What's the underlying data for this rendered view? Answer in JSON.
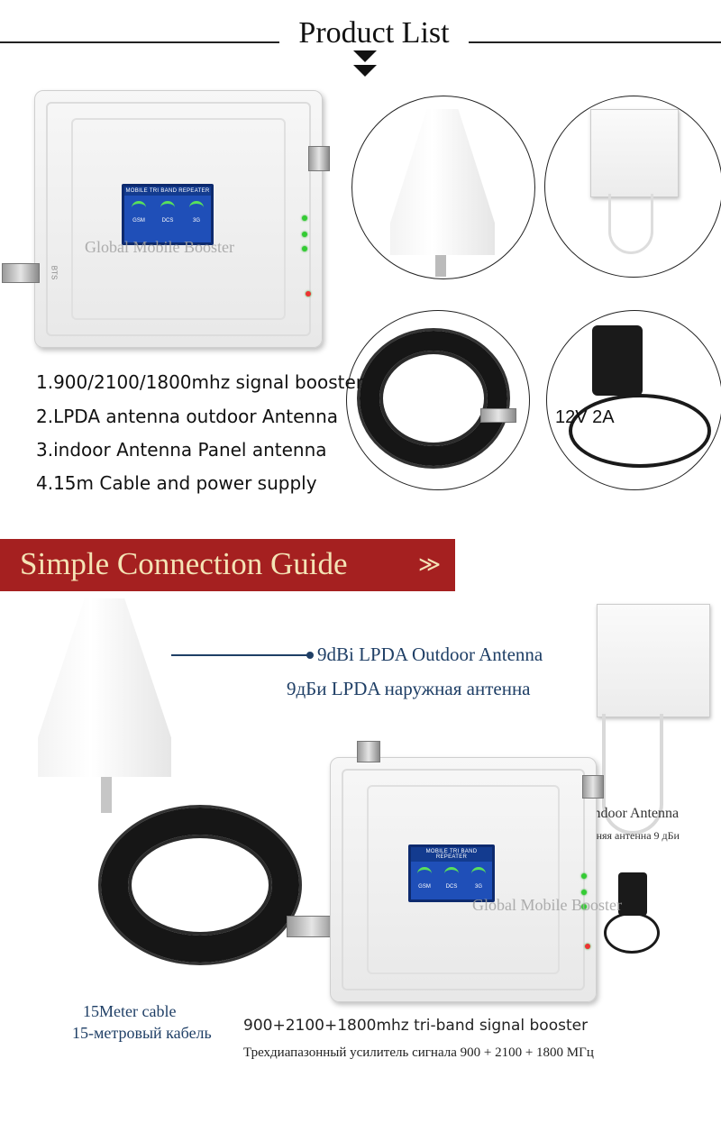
{
  "header": {
    "title": "Product List"
  },
  "product_list": {
    "items": [
      "1.900/2100/1800mhz signal booster",
      "2.LPDA antenna outdoor Antenna",
      "3.indoor Antenna Panel antenna",
      "4.15m Cable and power supply"
    ],
    "power_label": "12V 2A"
  },
  "device": {
    "screen_title": "MOBILE TRI BAND REPEATER",
    "bands": [
      "GSM",
      "DCS",
      "3G"
    ],
    "port_label": "BTS",
    "watermark": "Global Mobile Booster"
  },
  "guide": {
    "banner_title": "Simple Connection Guide",
    "banner_arrow": "≫",
    "outdoor_en": "9dBi  LPDA Outdoor Antenna",
    "outdoor_ru": "9дБи LPDA наружная антенна",
    "indoor_en": "9dBi Indoor Antenna",
    "indoor_ru": "Внутренняя антенна 9 дБи",
    "cable_en": "15Meter cable",
    "cable_ru": "15-метровый кабель",
    "booster_en": "900+2100+1800mhz tri-band signal booster",
    "booster_ru": "Трехдиапазонный усилитель сигнала 900 + 2100 + 1800 МГц"
  },
  "colors": {
    "banner": "#a52020",
    "banner_text": "#f4e3b5",
    "caption": "#1f3f66"
  }
}
